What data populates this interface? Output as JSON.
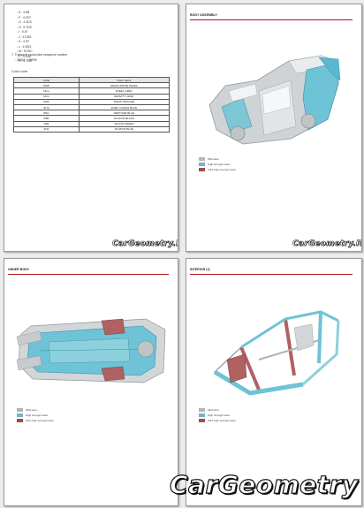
{
  "variants": [
    "- E : 4 AB",
    "- F : 4 2ST",
    "- G : 4 4DC",
    "- H : 5 TDS",
    "- I : 5 AT",
    "- J : 4 DD5",
    "- K : 4 BT",
    "- L : 4 BD3",
    "- M : 5 DSC",
    "- P : 5 DAF",
    "- R : 4 TDD"
  ],
  "transmission": {
    "note": "7. Transaxle production sequence number",
    "number": "- 00001 ~ 99999"
  },
  "color_table": {
    "title": "Color code",
    "headers": [
      "Code",
      "Color name"
    ],
    "rows": [
      [
        "SWP",
        "SNOW WHITE PEARL"
      ],
      [
        "NLG",
        "STEEL GREY"
      ],
      [
        "ACG",
        "GRAVITY GREY"
      ],
      [
        "M2R",
        "MARS ORANGE"
      ],
      [
        "SUS",
        "DARK OCEAN BLUE"
      ],
      [
        "B4U",
        "NEPTUNE BLUE"
      ],
      [
        "PB5",
        "PLATON BLACK"
      ],
      [
        "SJB",
        "VALKIS GREEN"
      ],
      [
        "FNJ",
        "PLATON BLUE"
      ]
    ]
  },
  "sections": {
    "body_assembly": "BODY ASSEMBLY",
    "under_body": "UNDER BODY",
    "interior": "INTERIOR (1)"
  },
  "legend": {
    "items": [
      "Mild steel",
      "High strength steel",
      "Ultra high strength steel"
    ],
    "colors": [
      "#b4b4b4",
      "#6fb6c9",
      "#a34c4c"
    ]
  },
  "watermark": "CarGeometry.Ru",
  "watermark_big": "CarGeometry"
}
